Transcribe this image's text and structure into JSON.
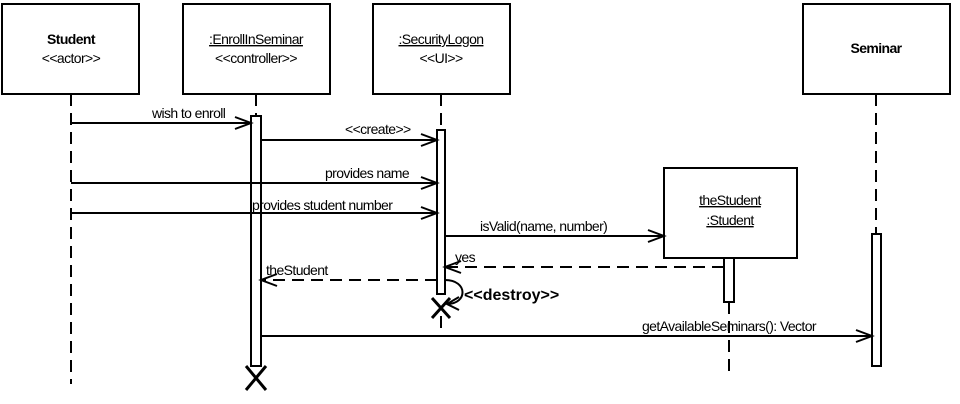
{
  "participants": {
    "student": {
      "name": "Student",
      "stereotype": "<<actor>>"
    },
    "enroll": {
      "name": ":EnrollInSeminar",
      "stereotype": "<<controller>>"
    },
    "security": {
      "name": ":SecurityLogon",
      "stereotype": "<<UI>>"
    },
    "seminar": {
      "name": "Seminar"
    },
    "thestudent": {
      "name_line1": "theStudent",
      "name_line2": ":Student"
    }
  },
  "messages": {
    "wish_to_enroll": "wish to enroll",
    "create": "<<create>>",
    "provides_name": "provides name",
    "provides_number": "provides student number",
    "is_valid": "isValid(name, number)",
    "yes": "yes",
    "the_student": "theStudent",
    "destroy": "<<destroy>>",
    "get_available": "getAvailableSeminars(): Vector"
  }
}
